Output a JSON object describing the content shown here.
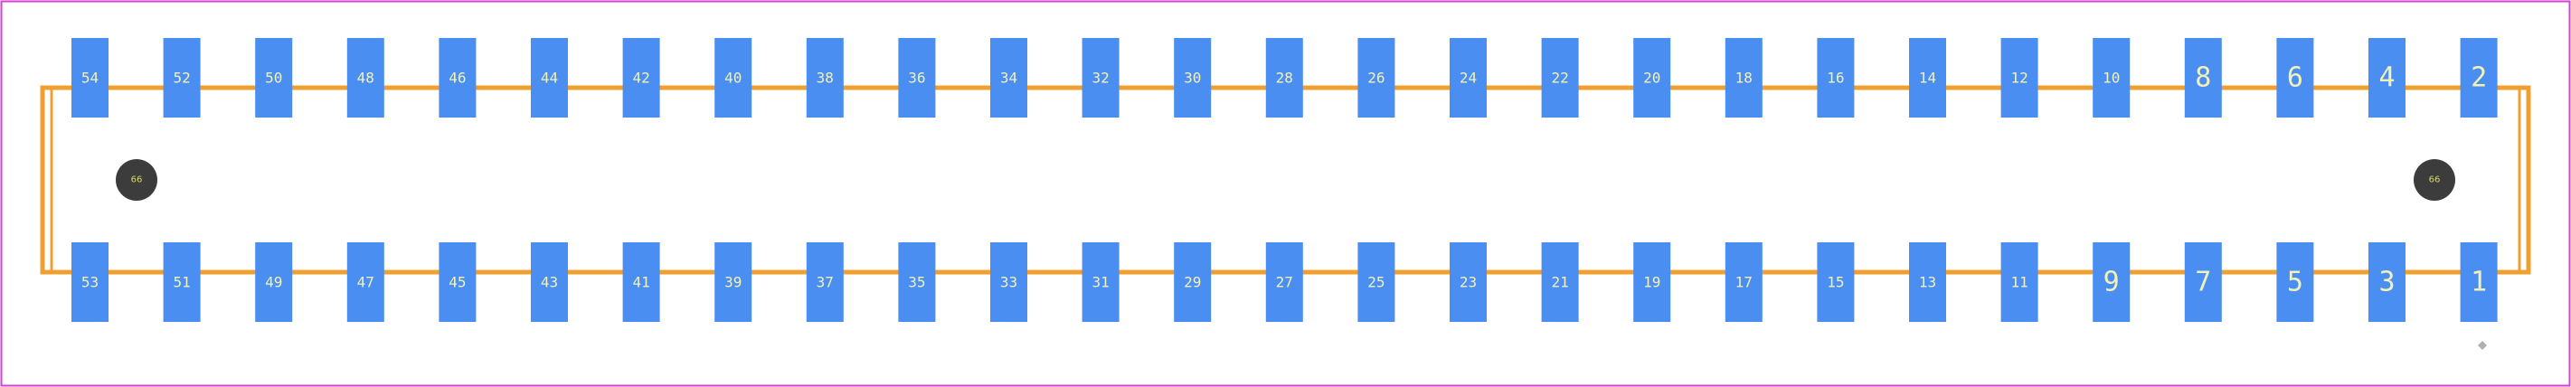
{
  "colors": {
    "background": "#ffffff",
    "board_border": "#d63fd6",
    "silkscreen": "#f0a030",
    "pad": "#4a8ef2",
    "pad_label": "#f2f2b8",
    "mount_hole": "#3c3c3c",
    "mount_hole_label": "#d8d860",
    "origin_marker": "#b0b0b0"
  },
  "top_row": [
    "54",
    "52",
    "50",
    "48",
    "46",
    "44",
    "42",
    "40",
    "38",
    "36",
    "34",
    "32",
    "30",
    "28",
    "26",
    "24",
    "22",
    "20",
    "18",
    "16",
    "14",
    "12",
    "10",
    "8",
    "6",
    "4",
    "2"
  ],
  "bottom_row": [
    "53",
    "51",
    "49",
    "47",
    "45",
    "43",
    "41",
    "39",
    "37",
    "35",
    "33",
    "31",
    "29",
    "27",
    "25",
    "23",
    "21",
    "19",
    "17",
    "15",
    "13",
    "11",
    "9",
    "7",
    "5",
    "3",
    "1"
  ],
  "mount_holes": [
    {
      "name": "mount-hole-left",
      "label": "66"
    },
    {
      "name": "mount-hole-right",
      "label": "66"
    }
  ]
}
